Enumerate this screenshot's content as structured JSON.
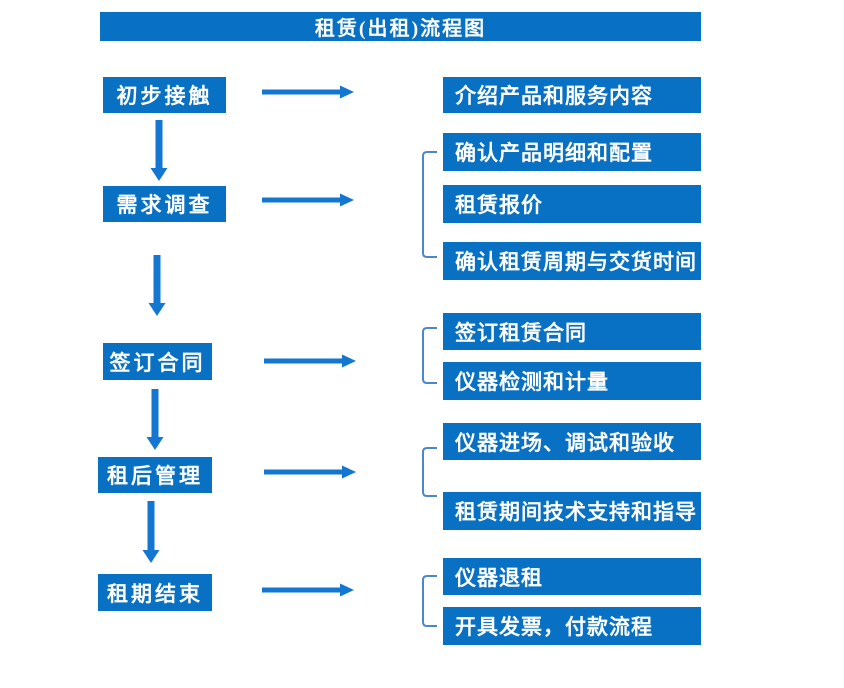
{
  "page": {
    "title": "租赁(出租)流程图",
    "colors": {
      "box_blue": "#0971c3",
      "arrow_blue": "#1377d2",
      "bracket_blue": "#4d87c8",
      "text_white": "#ffffff",
      "background": "#ffffff"
    }
  },
  "flow": {
    "steps": [
      {
        "label": "初步接触",
        "details": [
          "介绍产品和服务内容"
        ]
      },
      {
        "label": "需求调查",
        "details": [
          "确认产品明细和配置",
          "租赁报价",
          "确认租赁周期与交货时间"
        ]
      },
      {
        "label": "签订合同",
        "details": [
          "签订租赁合同",
          "仪器检测和计量"
        ]
      },
      {
        "label": "租后管理",
        "details": [
          "仪器进场、调试和验收",
          "租赁期间技术支持和指导"
        ]
      },
      {
        "label": "租期结束",
        "details": [
          "仪器退租",
          "开具发票，付款流程"
        ]
      }
    ]
  }
}
